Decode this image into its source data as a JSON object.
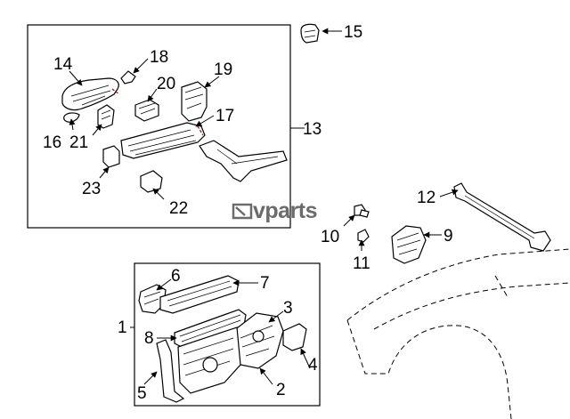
{
  "watermark": "vparts",
  "callouts": {
    "c1": "1",
    "c2": "2",
    "c3": "3",
    "c4": "4",
    "c5": "5",
    "c6": "6",
    "c7": "7",
    "c8": "8",
    "c9": "9",
    "c10": "10",
    "c11": "11",
    "c12": "12",
    "c13": "13",
    "c14": "14",
    "c15": "15",
    "c16": "16",
    "c17": "17",
    "c18": "18",
    "c19": "19",
    "c20": "20",
    "c21": "21",
    "c22": "22",
    "c23": "23"
  }
}
